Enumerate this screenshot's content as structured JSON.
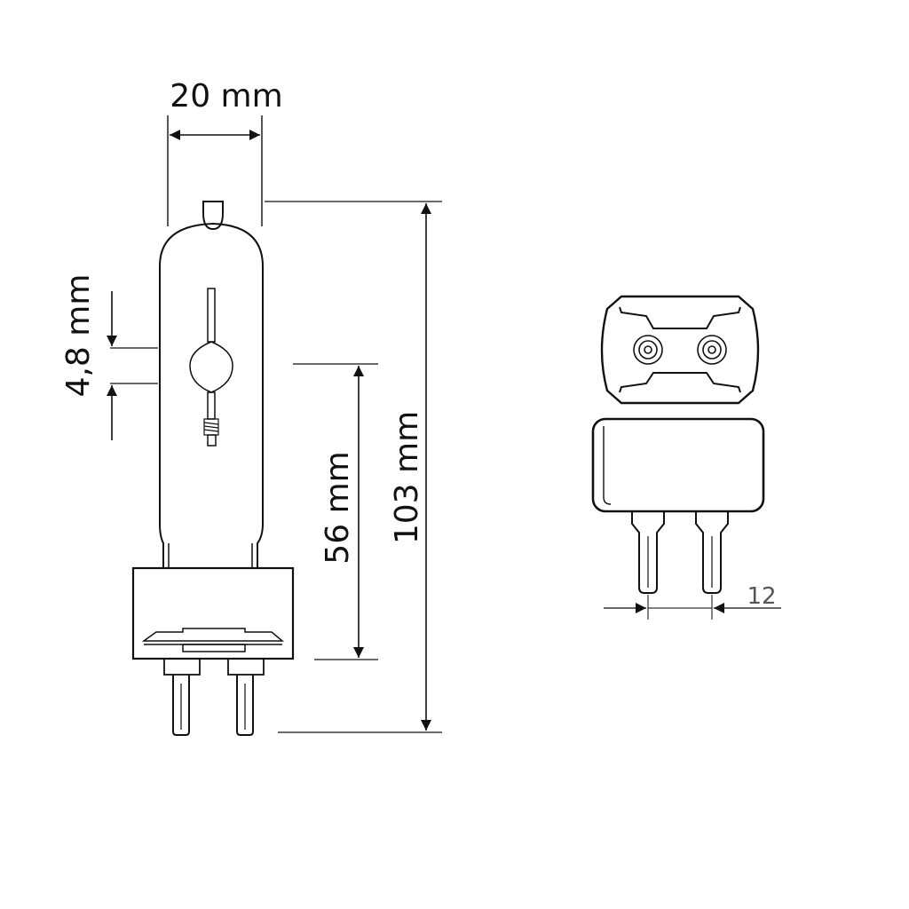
{
  "dimensions": {
    "width": "20 mm",
    "arc_gap": "4,8 mm",
    "light_center_height": "56 mm",
    "overall_length": "103 mm",
    "pin_spacing": "12"
  },
  "colors": {
    "stroke": "#111111",
    "thin_stroke": "#333333",
    "small_label": "#555555",
    "background": "#ffffff"
  }
}
